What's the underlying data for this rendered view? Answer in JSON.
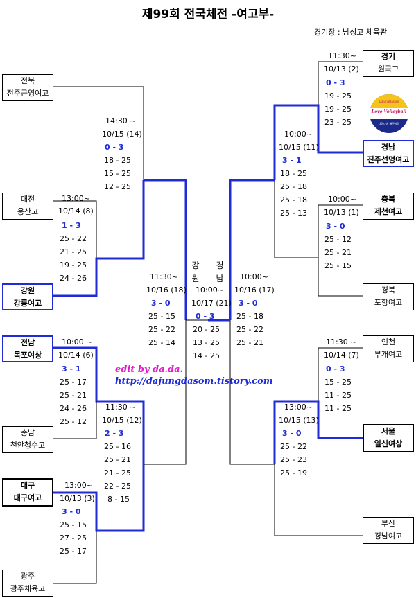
{
  "title": "제99회 전국체전 -여고부-",
  "venue": "경기장 : 남성고 체육관",
  "edit_credit": "edit by da.da.",
  "edit_url": "http://dajungdasom.tistory.com",
  "logo": {
    "top": "DajungDasom",
    "main": "Love Volleyball",
    "bottom": "다정다솜 배구사랑"
  },
  "colors": {
    "bracket_blue": "#1f2bd6",
    "credit_pink": "#e01bc7"
  },
  "teams": {
    "jeonbuk": {
      "region": "전북",
      "school": "전주근영여고"
    },
    "daejeon": {
      "region": "대전",
      "school": "용산고"
    },
    "gangwon": {
      "region": "강원",
      "school": "강릉여고"
    },
    "jeonnam": {
      "region": "전남",
      "school": "목포여상"
    },
    "chungnam": {
      "region": "충남",
      "school": "천안청수고"
    },
    "daegu": {
      "region": "대구",
      "school": "대구여고"
    },
    "gwangju": {
      "region": "광주",
      "school": "광주체육고"
    },
    "gyeonggi": {
      "region": "경기",
      "school": "원곡고"
    },
    "gyeongnam": {
      "region": "경남",
      "school": "진주선명여고"
    },
    "chungbuk": {
      "region": "충북",
      "school": "제천여고"
    },
    "gyeongbuk": {
      "region": "경북",
      "school": "포항여고"
    },
    "incheon": {
      "region": "인천",
      "school": "부개여고"
    },
    "seoul": {
      "region": "서울",
      "school": "일신여상"
    },
    "busan": {
      "region": "부산",
      "school": "경남여고"
    }
  },
  "matches": {
    "m1": {
      "time": "13:00~",
      "date": "10/14 (8)",
      "result": "1  -  3",
      "sets": [
        "25  -  22",
        "21  -  25",
        "19  -  25",
        "24  -  26"
      ]
    },
    "m2": {
      "time": "14:30 ~",
      "date": "10/15 (14)",
      "result": "0  -  3",
      "sets": [
        "18  -  25",
        "15  -  25",
        "12  -  25"
      ]
    },
    "m3": {
      "time": "10:00 ~",
      "date": "10/14 (6)",
      "result": "3  -  1",
      "sets": [
        "25  -  17",
        "25  -  21",
        "24  -  26",
        "25  -  12"
      ]
    },
    "m4": {
      "time": "13:00~",
      "date": "10/13 (3)",
      "result": "3  -  0",
      "sets": [
        "25  -  15",
        "27  -  25",
        "25  -  17"
      ]
    },
    "m5": {
      "time": "11:30 ~",
      "date": "10/15 (12)",
      "result": "2  -  3",
      "sets": [
        "25  -  16",
        "25  -  21",
        "21  -  25",
        "22  -  25",
        "8  -  15"
      ]
    },
    "m6": {
      "time": "11:30~",
      "date": "10/16 (18)",
      "result": "3  -  0",
      "sets": [
        "25  -  15",
        "25  -  22",
        "25  -  14"
      ]
    },
    "m7": {
      "time": "11:30~",
      "date": "10/13 (2)",
      "result": "0  -  3",
      "sets": [
        "19  -  25",
        "19  -  25",
        "23  -  25"
      ]
    },
    "m8": {
      "time": "10:00~",
      "date": "10/13 (1)",
      "result": "3  -  0",
      "sets": [
        "25  -  12",
        "25  -  21",
        "25  -  15"
      ]
    },
    "m9": {
      "time": "10:00~",
      "date": "10/15 (11)",
      "result": "3  -  1",
      "sets": [
        "18  -  25",
        "25  -  18",
        "25  -  18",
        "25  -  13"
      ]
    },
    "m10": {
      "time": "11:30 ~",
      "date": "10/14 (7)",
      "result": "0  -  3",
      "sets": [
        "15  -  25",
        "11  -  25",
        "11  -  25"
      ]
    },
    "m11": {
      "time": "13:00~",
      "date": "10/15 (13)",
      "result": "3  -  0",
      "sets": [
        "25  -  22",
        "25  -  23",
        "25  -  19"
      ]
    },
    "m12": {
      "time": "10:00~",
      "date": "10/16 (17)",
      "result": "3  -  0",
      "sets": [
        "25  -  18",
        "25  -  22",
        "25  -  21"
      ]
    },
    "final": {
      "left_name": "강원",
      "right_name": "경남",
      "time": "10:00~",
      "date": "10/17 (21)",
      "result": "0  -  3",
      "sets": [
        "20  -  25",
        "13  -  25",
        "14  -  25"
      ]
    }
  }
}
